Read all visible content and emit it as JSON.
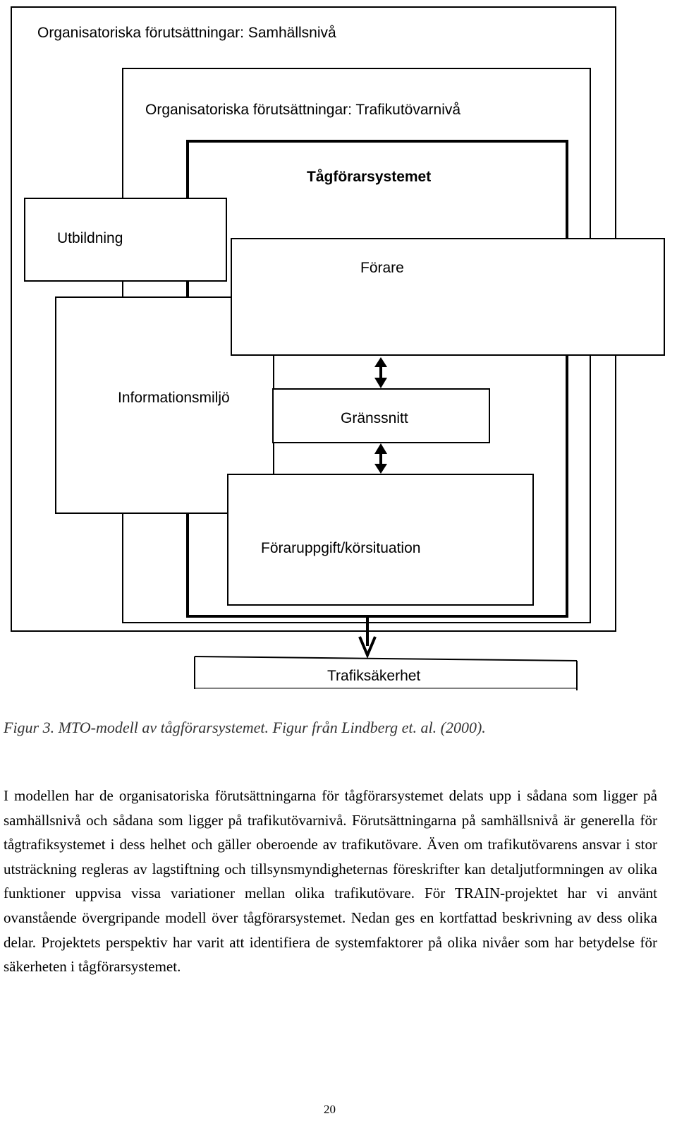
{
  "diagram": {
    "societal_level": "Organisatoriska förutsättningar: Samhällsnivå",
    "operator_level": "Organisatoriska förutsättningar: Trafikutövarnivå",
    "driver_system": "Tågförarsystemet",
    "training": "Utbildning",
    "driver": "Förare",
    "information_environment": "Informationsmiljö",
    "interface": "Gränssnitt",
    "task_situation": "Föraruppgift/körsituation",
    "traffic_safety": "Trafiksäkerhet"
  },
  "caption": "Figur 3. MTO-modell av tågförarsystemet. Figur från Lindberg et. al. (2000).",
  "body": {
    "paragraph": "I modellen har de organisatoriska förutsättningarna för tågförarsystemet delats upp i sådana som ligger på samhällsnivå och sådana som ligger på trafikutövarnivå. Förutsättningarna på samhällsnivå är generella för tågtrafiksystemet i dess helhet och gäller oberoende av trafikutövare. Även om trafikutövarens ansvar i stor utsträckning regleras av lagstiftning och tillsynsmyndigheternas föreskrifter kan detaljutformningen av olika funktioner uppvisa vissa variationer mellan olika trafikutövare. För TRAIN-projektet har vi använt ovanstående övergripande modell över tågförarsystemet. Nedan ges en kortfattad beskrivning av dess olika delar. Projektets perspektiv har varit att identifiera de systemfaktorer på olika nivåer som har betydelse för säkerheten i tågförarsystemet."
  },
  "page_number": "20"
}
